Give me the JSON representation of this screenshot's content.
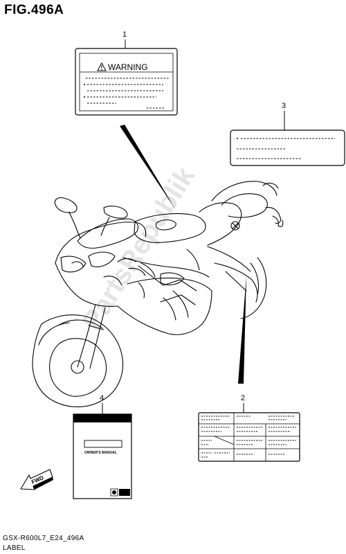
{
  "figure": {
    "title": "FIG.496A",
    "code": "GSX-R600L7_E24_496A",
    "name": "LABEL"
  },
  "callouts": {
    "c1": "1",
    "c2": "2",
    "c3": "3",
    "c4": "4"
  },
  "warning_label": {
    "heading": "WARNING"
  },
  "manual": {
    "text": "OWNER'S MANUAL"
  },
  "direction": {
    "text": "FWD"
  },
  "watermark": {
    "text": "PartsRepublik"
  }
}
